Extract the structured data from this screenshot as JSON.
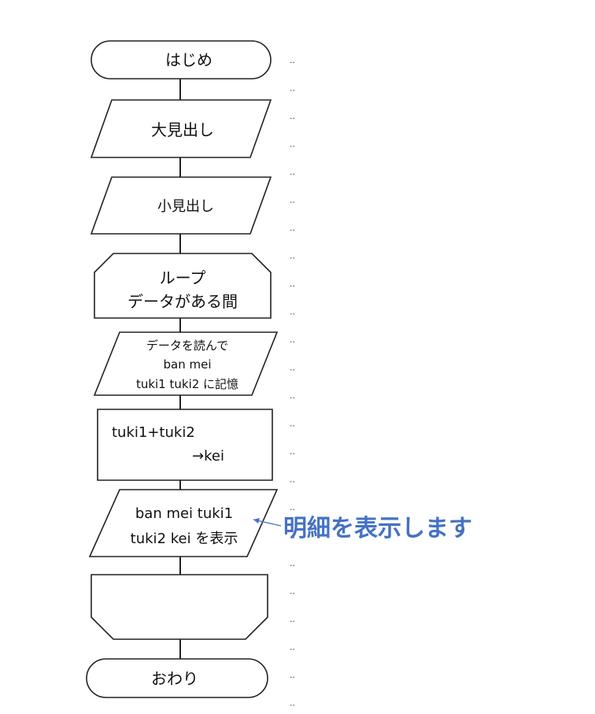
{
  "annotation": {
    "text": "明細を表示します",
    "color": "#4472C4"
  },
  "margin_marker": "..",
  "chart_data": {
    "type": "flowchart",
    "nodes": [
      {
        "id": "start",
        "shape": "terminator",
        "lines": [
          "はじめ"
        ]
      },
      {
        "id": "heading_main",
        "shape": "io",
        "lines": [
          "大見出し"
        ]
      },
      {
        "id": "heading_sub",
        "shape": "io",
        "lines": [
          "小見出し"
        ]
      },
      {
        "id": "loop_start",
        "shape": "loop-start",
        "lines": [
          "ループ",
          "データがある間"
        ]
      },
      {
        "id": "read",
        "shape": "io",
        "lines": [
          "データを読んで",
          "ban  mei",
          "tuki1  tuki2 に記憶"
        ]
      },
      {
        "id": "calc",
        "shape": "process",
        "lines": [
          "tuki1+tuki2",
          "→kei"
        ]
      },
      {
        "id": "display",
        "shape": "io",
        "lines": [
          "ban  mei  tuki1",
          "tuki2  kei を表示"
        ]
      },
      {
        "id": "loop_end",
        "shape": "loop-end",
        "lines": []
      },
      {
        "id": "end",
        "shape": "terminator",
        "lines": [
          "おわり"
        ]
      }
    ],
    "edges": [
      [
        "start",
        "heading_main"
      ],
      [
        "heading_main",
        "heading_sub"
      ],
      [
        "heading_sub",
        "loop_start"
      ],
      [
        "loop_start",
        "read"
      ],
      [
        "read",
        "calc"
      ],
      [
        "calc",
        "display"
      ],
      [
        "display",
        "loop_end"
      ],
      [
        "loop_end",
        "end"
      ]
    ],
    "callout": {
      "target": "display",
      "text_ref": "annotation.text"
    }
  }
}
